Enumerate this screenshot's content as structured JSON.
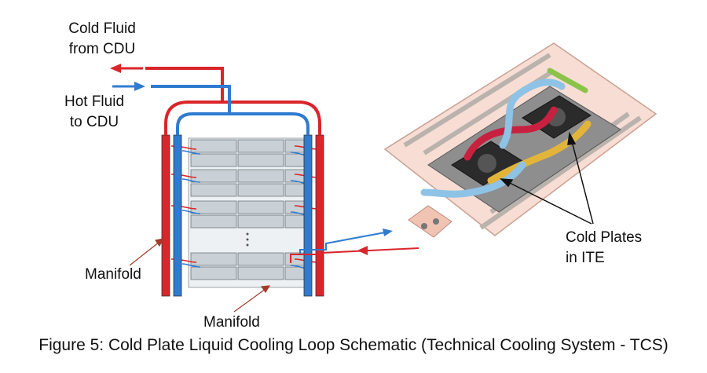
{
  "labels": {
    "cold_fluid_line1": "Cold Fluid",
    "cold_fluid_line2": "from CDU",
    "hot_fluid_line1": "Hot Fluid",
    "hot_fluid_line2": "to CDU",
    "manifold_left": "Manifold",
    "manifold_bottom": "Manifold",
    "cold_plates_line1": "Cold Plates",
    "cold_plates_line2": "in ITE"
  },
  "caption": "Figure 5: Cold Plate Liquid Cooling Loop Schematic (Technical Cooling System - TCS)",
  "colors": {
    "cold_pipe": "#d9262b",
    "hot_pipe": "#2f7bd0",
    "server": "#c9d0d6",
    "frame": "#f2b8a8"
  }
}
